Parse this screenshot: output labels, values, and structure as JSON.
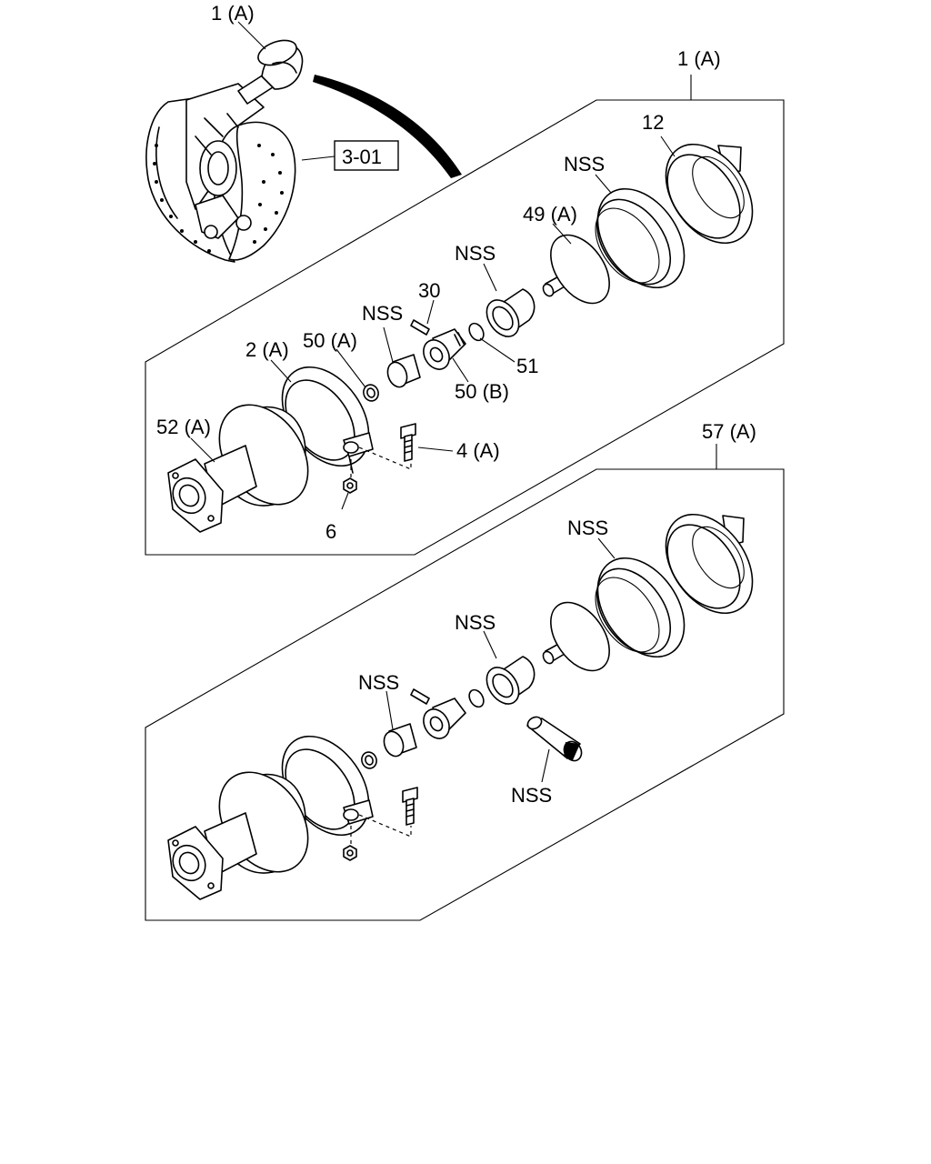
{
  "overview": {
    "assembly_ref": "1 (A)",
    "section_ref": "3-01"
  },
  "upper_kit": {
    "ref": "1 (A)",
    "labels": {
      "p12": "12",
      "nss_ring": "NSS",
      "p49a": "49 (A)",
      "nss_boot": "NSS",
      "p30": "30",
      "nss_bush": "NSS",
      "p51": "51",
      "p50b": "50 (B)",
      "p50a": "50 (A)",
      "p2a": "2 (A)",
      "p52a": "52 (A)",
      "p4a": "4 (A)",
      "p6": "6"
    }
  },
  "lower_kit": {
    "ref": "57 (A)",
    "labels": {
      "nss_ring": "NSS",
      "nss_boot": "NSS",
      "nss_bush": "NSS",
      "nss_sleeve": "NSS"
    }
  }
}
